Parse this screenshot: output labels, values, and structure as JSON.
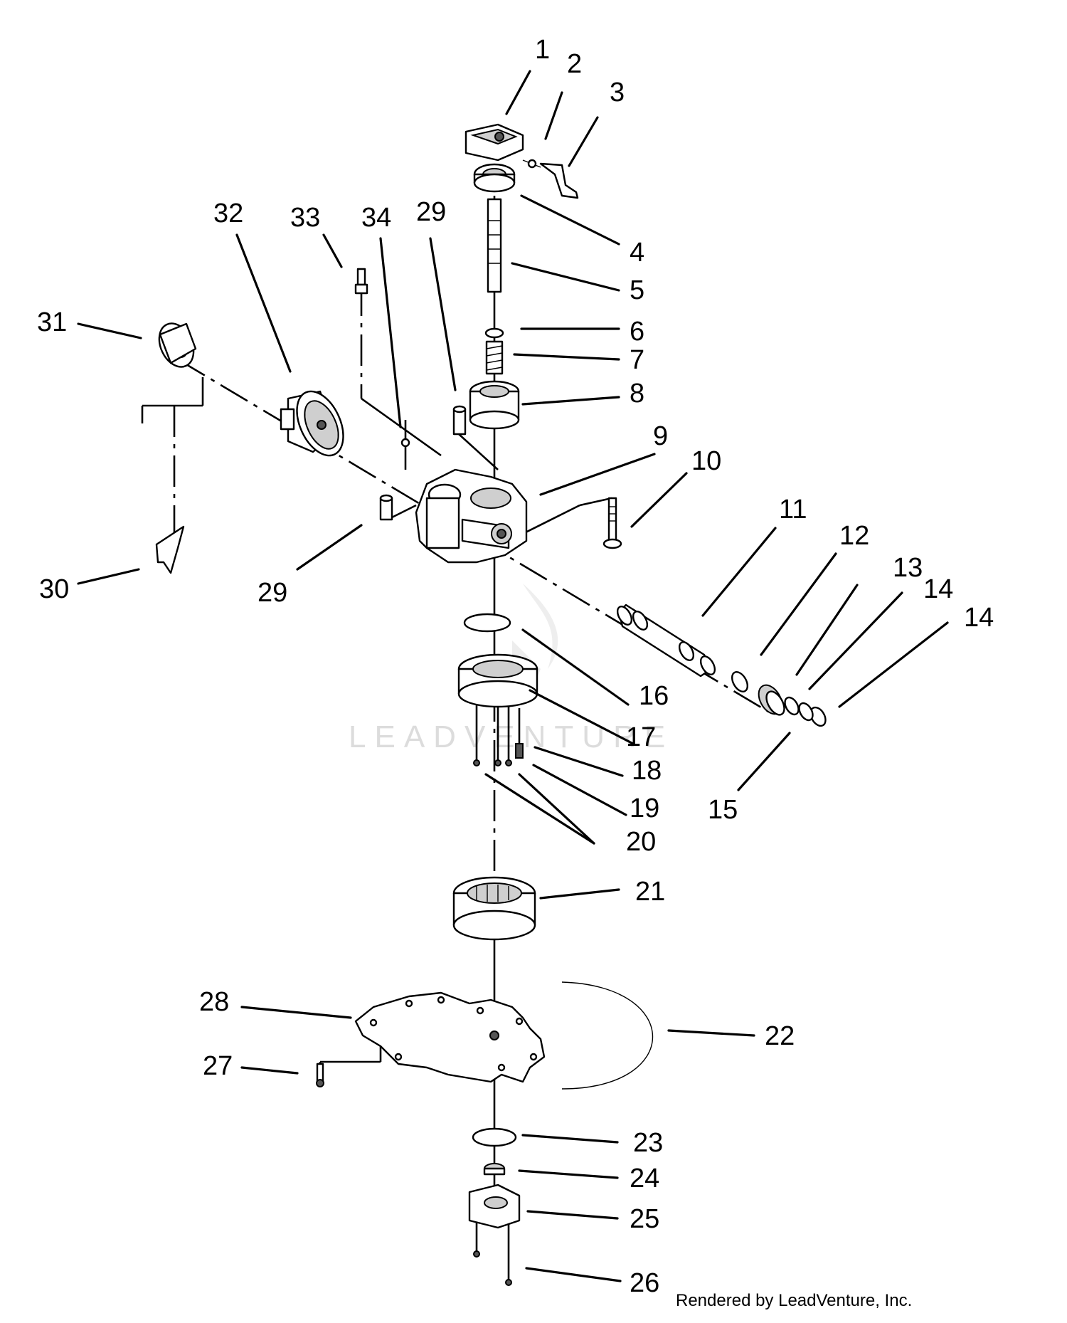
{
  "watermark": "LEADVENTURE",
  "credit": "Rendered by LeadVenture, Inc.",
  "callouts": [
    "1",
    "2",
    "3",
    "4",
    "5",
    "6",
    "7",
    "8",
    "9",
    "10",
    "11",
    "12",
    "13",
    "14",
    "14",
    "15",
    "16",
    "17",
    "18",
    "19",
    "20",
    "21",
    "22",
    "23",
    "24",
    "25",
    "26",
    "27",
    "28",
    "29",
    "29",
    "30",
    "31",
    "32",
    "33",
    "34"
  ]
}
